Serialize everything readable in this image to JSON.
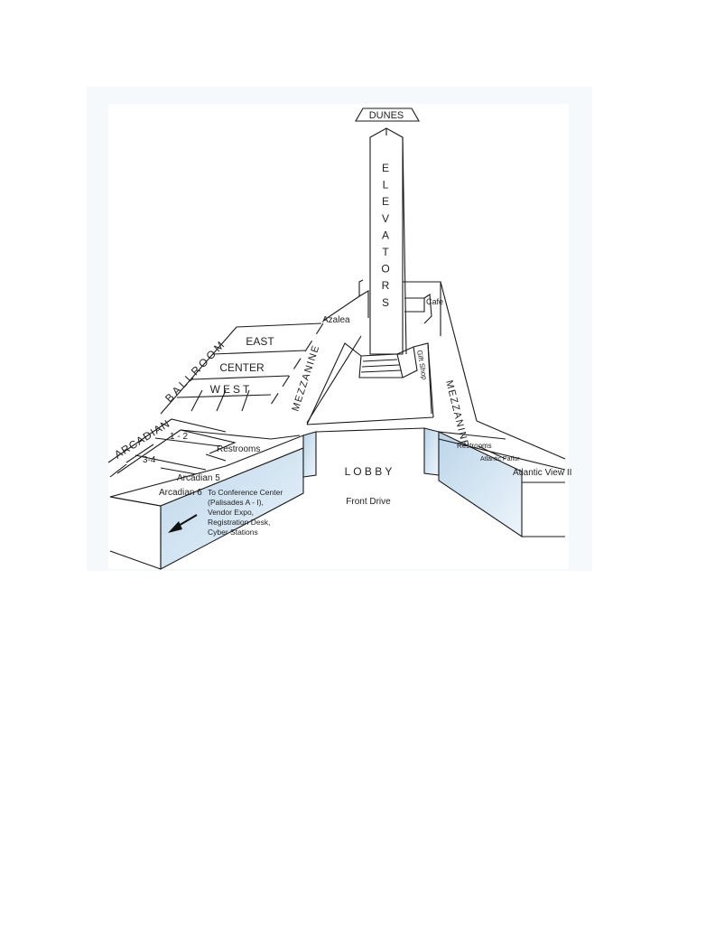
{
  "labels": {
    "dunes": "DUNES",
    "elevators": [
      "E",
      "L",
      "E",
      "V",
      "A",
      "T",
      "O",
      "R",
      "S"
    ],
    "cafe": "Cafe",
    "azalea": "Azalea",
    "ballroom": "BALLROOM",
    "east": "EAST",
    "center": "CENTER",
    "west": "WEST",
    "mezzanine_left": "MEZZANINE",
    "mezzanine_right": "MEZZANINE",
    "gift_shop": "Gift Shop",
    "arcadian": "ARCADIAN",
    "room_1_2": "1 - 2",
    "room_3_4": "3-4",
    "restrooms_left": "Restrooms",
    "restrooms_right": "Restrooms",
    "atlantic_parlor": "Atlantic Parlor",
    "atlantic_view": "Atlantic View II",
    "arcadian5": "Arcadian 5",
    "arcadian6": "Arcadian 6",
    "lobby": "L O B B Y",
    "front_drive": "Front Drive",
    "conference_note": [
      "To Conference Center",
      "(Palisades A - I),",
      "Vendor Expo,",
      "Registration Desk,",
      "Cyber Stations"
    ]
  },
  "colors": {
    "glass_light": "#eef5fb",
    "glass_dark": "#bcd6ea",
    "line": "#1a1a1a",
    "shadow": "#eef2f6"
  },
  "icons": {
    "direction_arrow": "arrow-down-left-icon"
  }
}
